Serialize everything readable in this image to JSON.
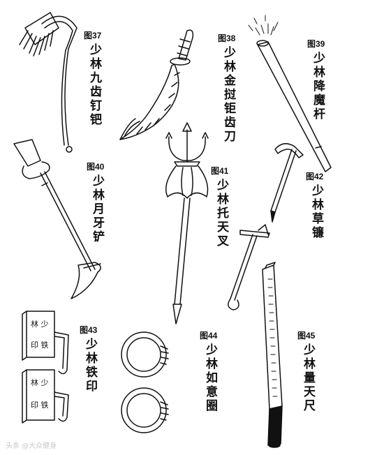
{
  "figures": [
    {
      "num": "图37",
      "name": "少林九齿钉钯"
    },
    {
      "num": "图38",
      "name": "少林金挝钜齿刀"
    },
    {
      "num": "图39",
      "name": "少林降魔杆"
    },
    {
      "num": "图40",
      "name": "少林月牙铲"
    },
    {
      "num": "图41",
      "name": "少林托天叉"
    },
    {
      "num": "图42",
      "name": "少林草镰"
    },
    {
      "num": "图43",
      "name": "少林铁印"
    },
    {
      "num": "图44",
      "name": "少林如意圈"
    },
    {
      "num": "图45",
      "name": "少林量天尺"
    }
  ],
  "seal_text": [
    "林 少",
    "印 铁"
  ],
  "watermark": "头条 @大众健身"
}
